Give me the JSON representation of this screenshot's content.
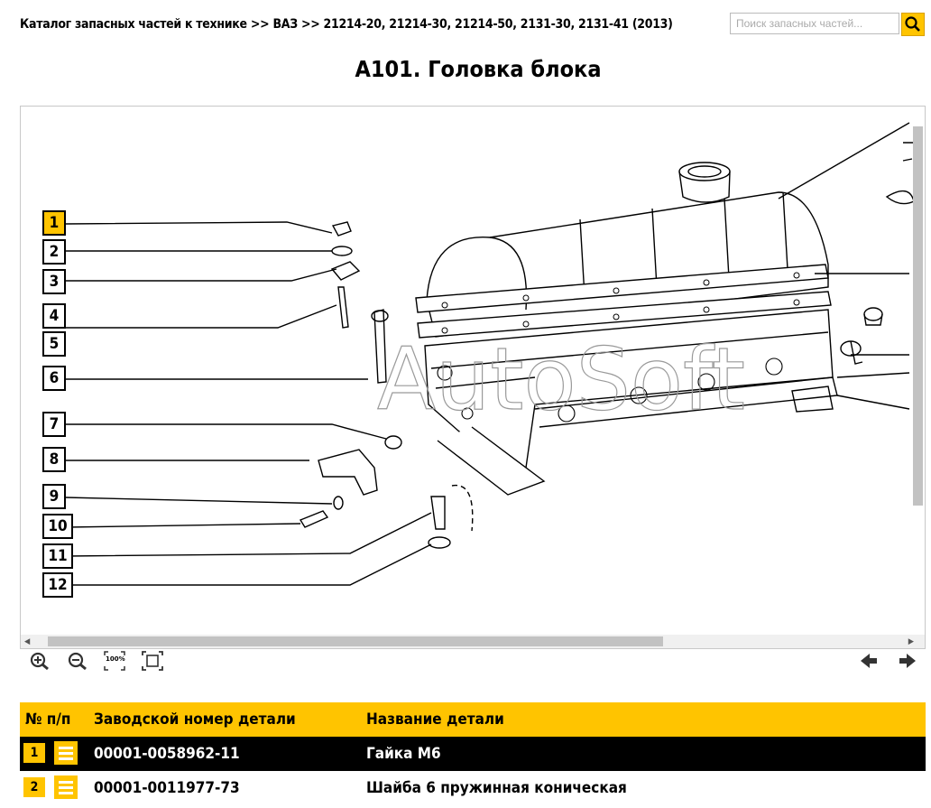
{
  "breadcrumb": "Каталог запасных частей к технике >> ВАЗ >> 21214-20, 21214-30, 21214-50, 2131-30, 2131-41 (2013)",
  "search": {
    "placeholder": "Поиск запасных частей...",
    "button_icon": "search-icon"
  },
  "title": "А101. Головка блока",
  "watermark": "AutoSoft",
  "callouts": [
    "1",
    "2",
    "3",
    "4",
    "5",
    "6",
    "7",
    "8",
    "9",
    "10",
    "11",
    "12"
  ],
  "active_callout": "1",
  "toolbar": {
    "zoom_in_icon": "zoom-in-icon",
    "zoom_out_icon": "zoom-out-icon",
    "zoom_100_label": "100%",
    "fit_icon": "fit-screen-icon"
  },
  "table": {
    "headers": {
      "num": "№ п/п",
      "part_number": "Заводской номер детали",
      "name": "Название детали"
    },
    "rows": [
      {
        "num": "1",
        "part_number": "00001-0058962-11",
        "name": "Гайка М6",
        "selected": true
      },
      {
        "num": "2",
        "part_number": "00001-0011977-73",
        "name": "Шайба 6 пружинная коническая",
        "selected": false
      }
    ]
  },
  "colors": {
    "accent": "#ffc400",
    "selected_row": "#000000"
  }
}
